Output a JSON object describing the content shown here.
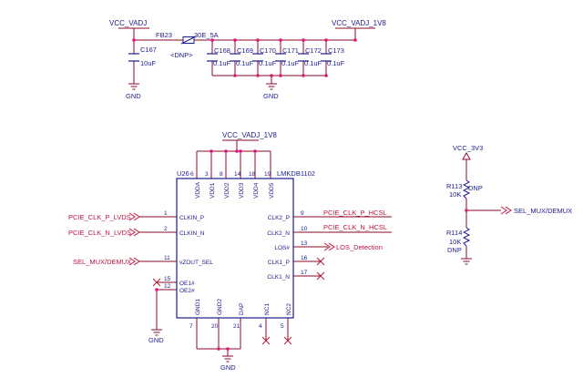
{
  "top": {
    "vcc_left": "VCC_VADJ",
    "vcc_right": "VCC_VADJ_1V8",
    "fb_ref": "FB23",
    "fb_value": "30E_5A",
    "fb_dnp": "<DNP>",
    "c167_ref": "C167",
    "c167_value": "10uF",
    "gnd_left": "GND",
    "gnd_mid": "GND",
    "caps": [
      {
        "ref": "C168",
        "value": "0.1uF"
      },
      {
        "ref": "C169",
        "value": "0.1uF"
      },
      {
        "ref": "C170",
        "value": "0.1uF"
      },
      {
        "ref": "C171",
        "value": "0.1uF"
      },
      {
        "ref": "C172",
        "value": "0.1uF"
      },
      {
        "ref": "C173",
        "value": "0.1uF"
      }
    ]
  },
  "ic": {
    "ref": "U26",
    "part": "LMKDB1102",
    "vcc": "VCC_VADJ_1V8",
    "top_pins": [
      {
        "num": "6",
        "name": "VDDA"
      },
      {
        "num": "3",
        "name": "VDD1"
      },
      {
        "num": "8",
        "name": "VDD2"
      },
      {
        "num": "14",
        "name": "VDD3"
      },
      {
        "num": "18",
        "name": "VDD4"
      },
      {
        "num": "19",
        "name": "VDD5"
      }
    ],
    "left_pins": [
      {
        "num": "1",
        "name": "CLKIN_P"
      },
      {
        "num": "2",
        "name": "CLKIN_N"
      },
      {
        "num": "11",
        "name": "vZOUT_SEL"
      },
      {
        "num": "15",
        "name": "OE1#"
      },
      {
        "num": "12",
        "name": "OE2#"
      }
    ],
    "right_pins": [
      {
        "num": "9",
        "name": "CLK2_P"
      },
      {
        "num": "10",
        "name": "CLK2_N"
      },
      {
        "num": "13",
        "name": "LOS#"
      },
      {
        "num": "16",
        "name": "CLK1_P"
      },
      {
        "num": "17",
        "name": "CLK1_N"
      }
    ],
    "bottom_pins": [
      {
        "num": "7",
        "name": "GND1"
      },
      {
        "num": "20",
        "name": "GND2"
      },
      {
        "num": "21",
        "name": "DAP"
      },
      {
        "num": "4",
        "name": "NC1"
      },
      {
        "num": "5",
        "name": "NC2"
      }
    ],
    "gnd_left": "GND",
    "gnd_bottom": "GND"
  },
  "nets": {
    "clk_p_in": "PCIE_CLK_P_LVDS",
    "clk_n_in": "PCIE_CLK_N_LVDS",
    "sel_in": "SEL_MUX/DEMUX",
    "clk_p_out": "PCIE_CLK_P_HCSL",
    "clk_n_out": "PCIE_CLK_N_HCSL",
    "los_out": "LOS_Detection"
  },
  "divider": {
    "vcc": "VCC_3V3",
    "r113_ref": "R113",
    "r113_value": "10K",
    "r113_dnp": "DNP",
    "r114_ref": "R114",
    "r114_value": "10K",
    "r114_dnp": "DNP",
    "out": "SEL_MUX/DEMUX"
  },
  "colors": {
    "wire": "#8b0a2a",
    "text": "#1c1c8c",
    "signal": "#c0143c",
    "junction": "#e0137a",
    "ic_outline": "#1c1c8c"
  }
}
